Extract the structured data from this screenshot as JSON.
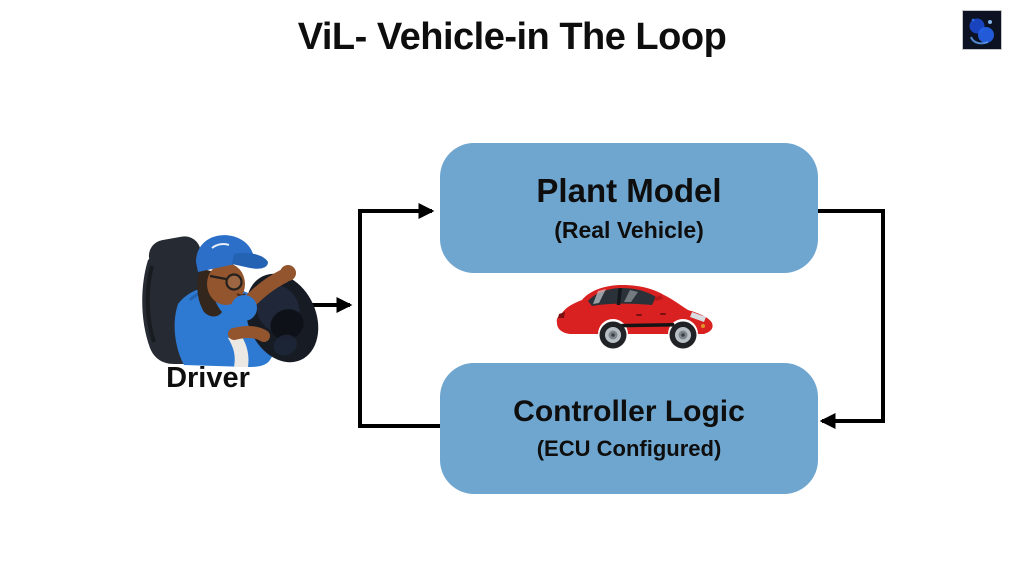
{
  "header": {
    "title": "ViL- Vehicle-in The Loop"
  },
  "brand": {
    "logo_icon": "dark-blue-abstract-logo"
  },
  "diagram": {
    "boxes": {
      "plant": {
        "title": "Plant Model",
        "subtitle": "(Real Vehicle)"
      },
      "controller": {
        "title": "Controller Logic",
        "subtitle": "(ECU Configured)"
      }
    },
    "labels": {
      "driver": "Driver"
    },
    "icons": {
      "driver": "driver-illustration",
      "steering_wheel": "steering-wheel-icon",
      "car": "car-illustration"
    },
    "flow": [
      "Driver -> loop junction",
      "Controller Logic -> left loop -> Plant Model",
      "Plant Model -> right loop -> Controller Logic"
    ],
    "colors": {
      "box_fill": "#6FA6CF",
      "arrow": "#000000",
      "text": "#0E0E0E",
      "car_body": "#D92121",
      "shirt_blue": "#2E7AD2",
      "seat_dark": "#262B33",
      "skin": "#92552E"
    }
  }
}
